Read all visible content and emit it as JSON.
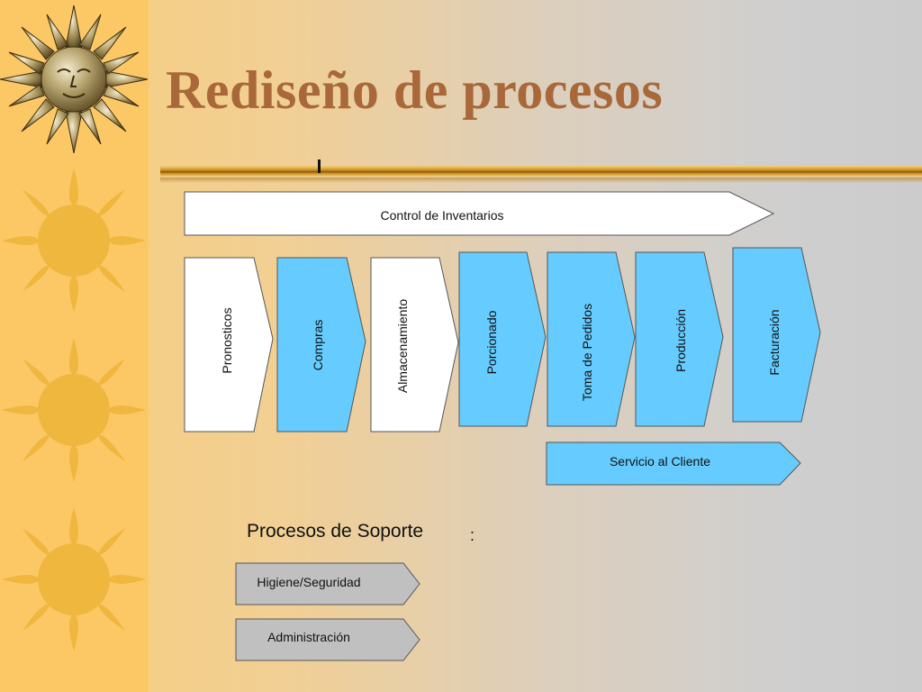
{
  "title": "Rediseño de procesos",
  "top_process": "Control de Inventarios",
  "processes": [
    {
      "label": "Pronosticos",
      "color": "#ffffff"
    },
    {
      "label": "Compras",
      "color": "#66ccff"
    },
    {
      "label": "Almacenamiento",
      "color": "#ffffff"
    },
    {
      "label": "Porcionado",
      "color": "#66ccff"
    },
    {
      "label": "Toma de Pedidos",
      "color": "#66ccff"
    },
    {
      "label": "Producción",
      "color": "#66ccff"
    },
    {
      "label": "Facturación",
      "color": "#66ccff"
    }
  ],
  "bottom_process": "Servicio al Cliente",
  "support": {
    "heading": "Procesos de Soporte",
    "colon": ":",
    "items": [
      "Higiene/Seguridad",
      "Administración"
    ]
  },
  "colors": {
    "accent_blue": "#66ccff",
    "support_gray": "#c0c0c0",
    "title_brown": "#a8683a",
    "sun_gold": "#f0b73e"
  }
}
